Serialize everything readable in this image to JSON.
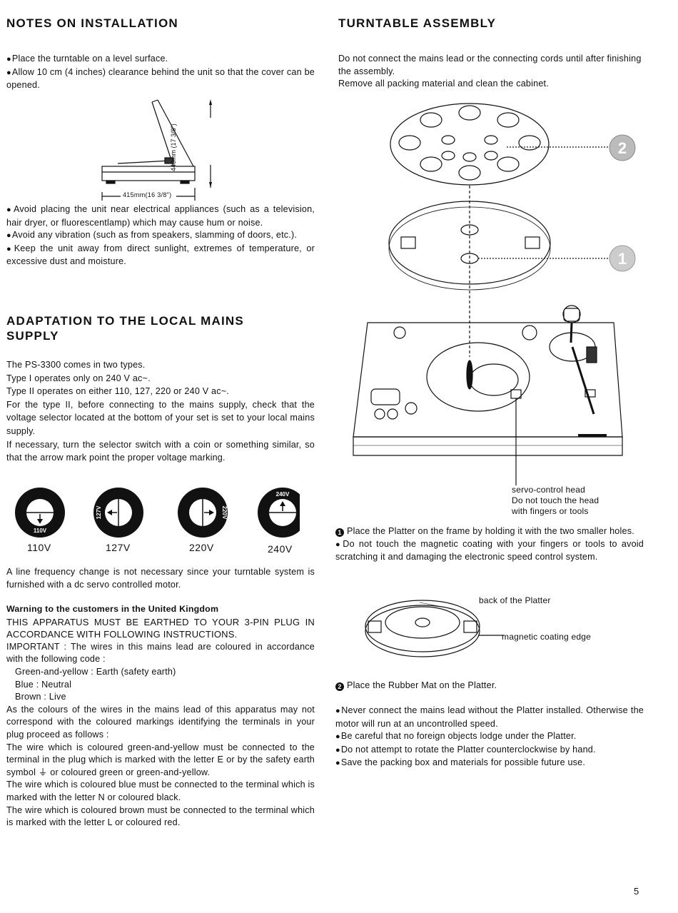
{
  "notes": {
    "title": "NOTES ON INSTALLATION",
    "bullets_top": [
      "Place the turntable on a level surface.",
      "Allow 10 cm (4 inches) clearance behind the unit so that the cover can be opened."
    ],
    "fig_width_label": "415mm(16 3/8\")",
    "fig_height_label": "440mm (17 3/8\")",
    "bullets_bottom": [
      "Avoid placing the unit near electrical appliances (such as a television, hair dryer, or fluorescentlamp) which may cause hum or noise.",
      "Avoid any vibration (such as from speakers, slamming of doors, etc.).",
      "Keep the unit away from direct sunlight, extremes of temperature, or excessive dust and moisture."
    ]
  },
  "adaptation": {
    "title_line1": "ADAPTATION TO THE LOCAL MAINS",
    "title_line2": "SUPPLY",
    "lines": [
      "The PS-3300 comes in two types.",
      "Type I operates only on 240 V ac~.",
      "Type II operates on either 110, 127, 220 or 240 V ac~.",
      "For the type II, before connecting to the mains supply, check that the voltage selector located at the bottom of your set is set to your local mains supply.",
      "If necessary, turn the selector switch with a coin or something similar, so that the arrow mark point the proper voltage marking."
    ],
    "voltages": [
      "110V",
      "127V",
      "220V",
      "240V"
    ],
    "dial_labels": [
      "110V",
      "127V",
      "220V",
      "240V"
    ],
    "frequency_note": "A line frequency change is not necessary since your turntable system is furnished with a dc servo controlled motor."
  },
  "warning": {
    "heading": "Warning to the customers in the United Kingdom",
    "caps": "THIS APPARATUS MUST BE EARTHED TO YOUR 3-PIN PLUG IN ACCORDANCE WITH FOLLOWING INSTRUCTIONS.",
    "important": "IMPORTANT : The wires in this mains lead are coloured in accordance with the following code :",
    "codes": [
      "Green-and-yellow : Earth (safety earth)",
      "Blue : Neutral",
      "Brown : Live"
    ],
    "para1": "As the colours of the wires in the mains lead of this apparatus may not correspond with the coloured markings identifying the terminals in your plug proceed as follows :",
    "para2": "The wire which is coloured green-and-yellow must be connected to the terminal in the plug which is marked with the letter E or by the safety earth symbol ⏚ or coloured green or green-and-yellow.",
    "para3": "The wire which is coloured blue must be connected to the terminal which is marked with the letter N or coloured black.",
    "para4": "The wire which is coloured brown must be connected to the terminal which is marked with the letter L or coloured red."
  },
  "assembly": {
    "title": "TURNTABLE ASSEMBLY",
    "intro": [
      "Do not connect the mains lead or the connecting cords until after finishing the assembly.",
      "Remove all packing material and clean the cabinet."
    ],
    "callout_1": "1",
    "callout_2": "2",
    "servo_caption": [
      "servo-control head",
      "Do not touch the head",
      "with fingers or tools"
    ],
    "step1": "Place the Platter on the frame by holding it with the two smaller holes.",
    "step1_note": "Do not touch the magnetic coating with your fingers or tools to avoid scratching it and damaging the electronic speed control system.",
    "back_label": "back of the Platter",
    "coating_label": "magnetic coating edge",
    "step2": "Place the Rubber Mat on the Platter.",
    "final_bullets": [
      "Never connect the mains lead without the Platter installed. Otherwise the motor will run at an uncontrolled speed.",
      "Be careful that no foreign objects lodge under the Platter.",
      "Do not attempt to rotate the Platter counterclockwise by hand.",
      "Save the packing box and materials for possible future use."
    ]
  },
  "page_number": "5"
}
